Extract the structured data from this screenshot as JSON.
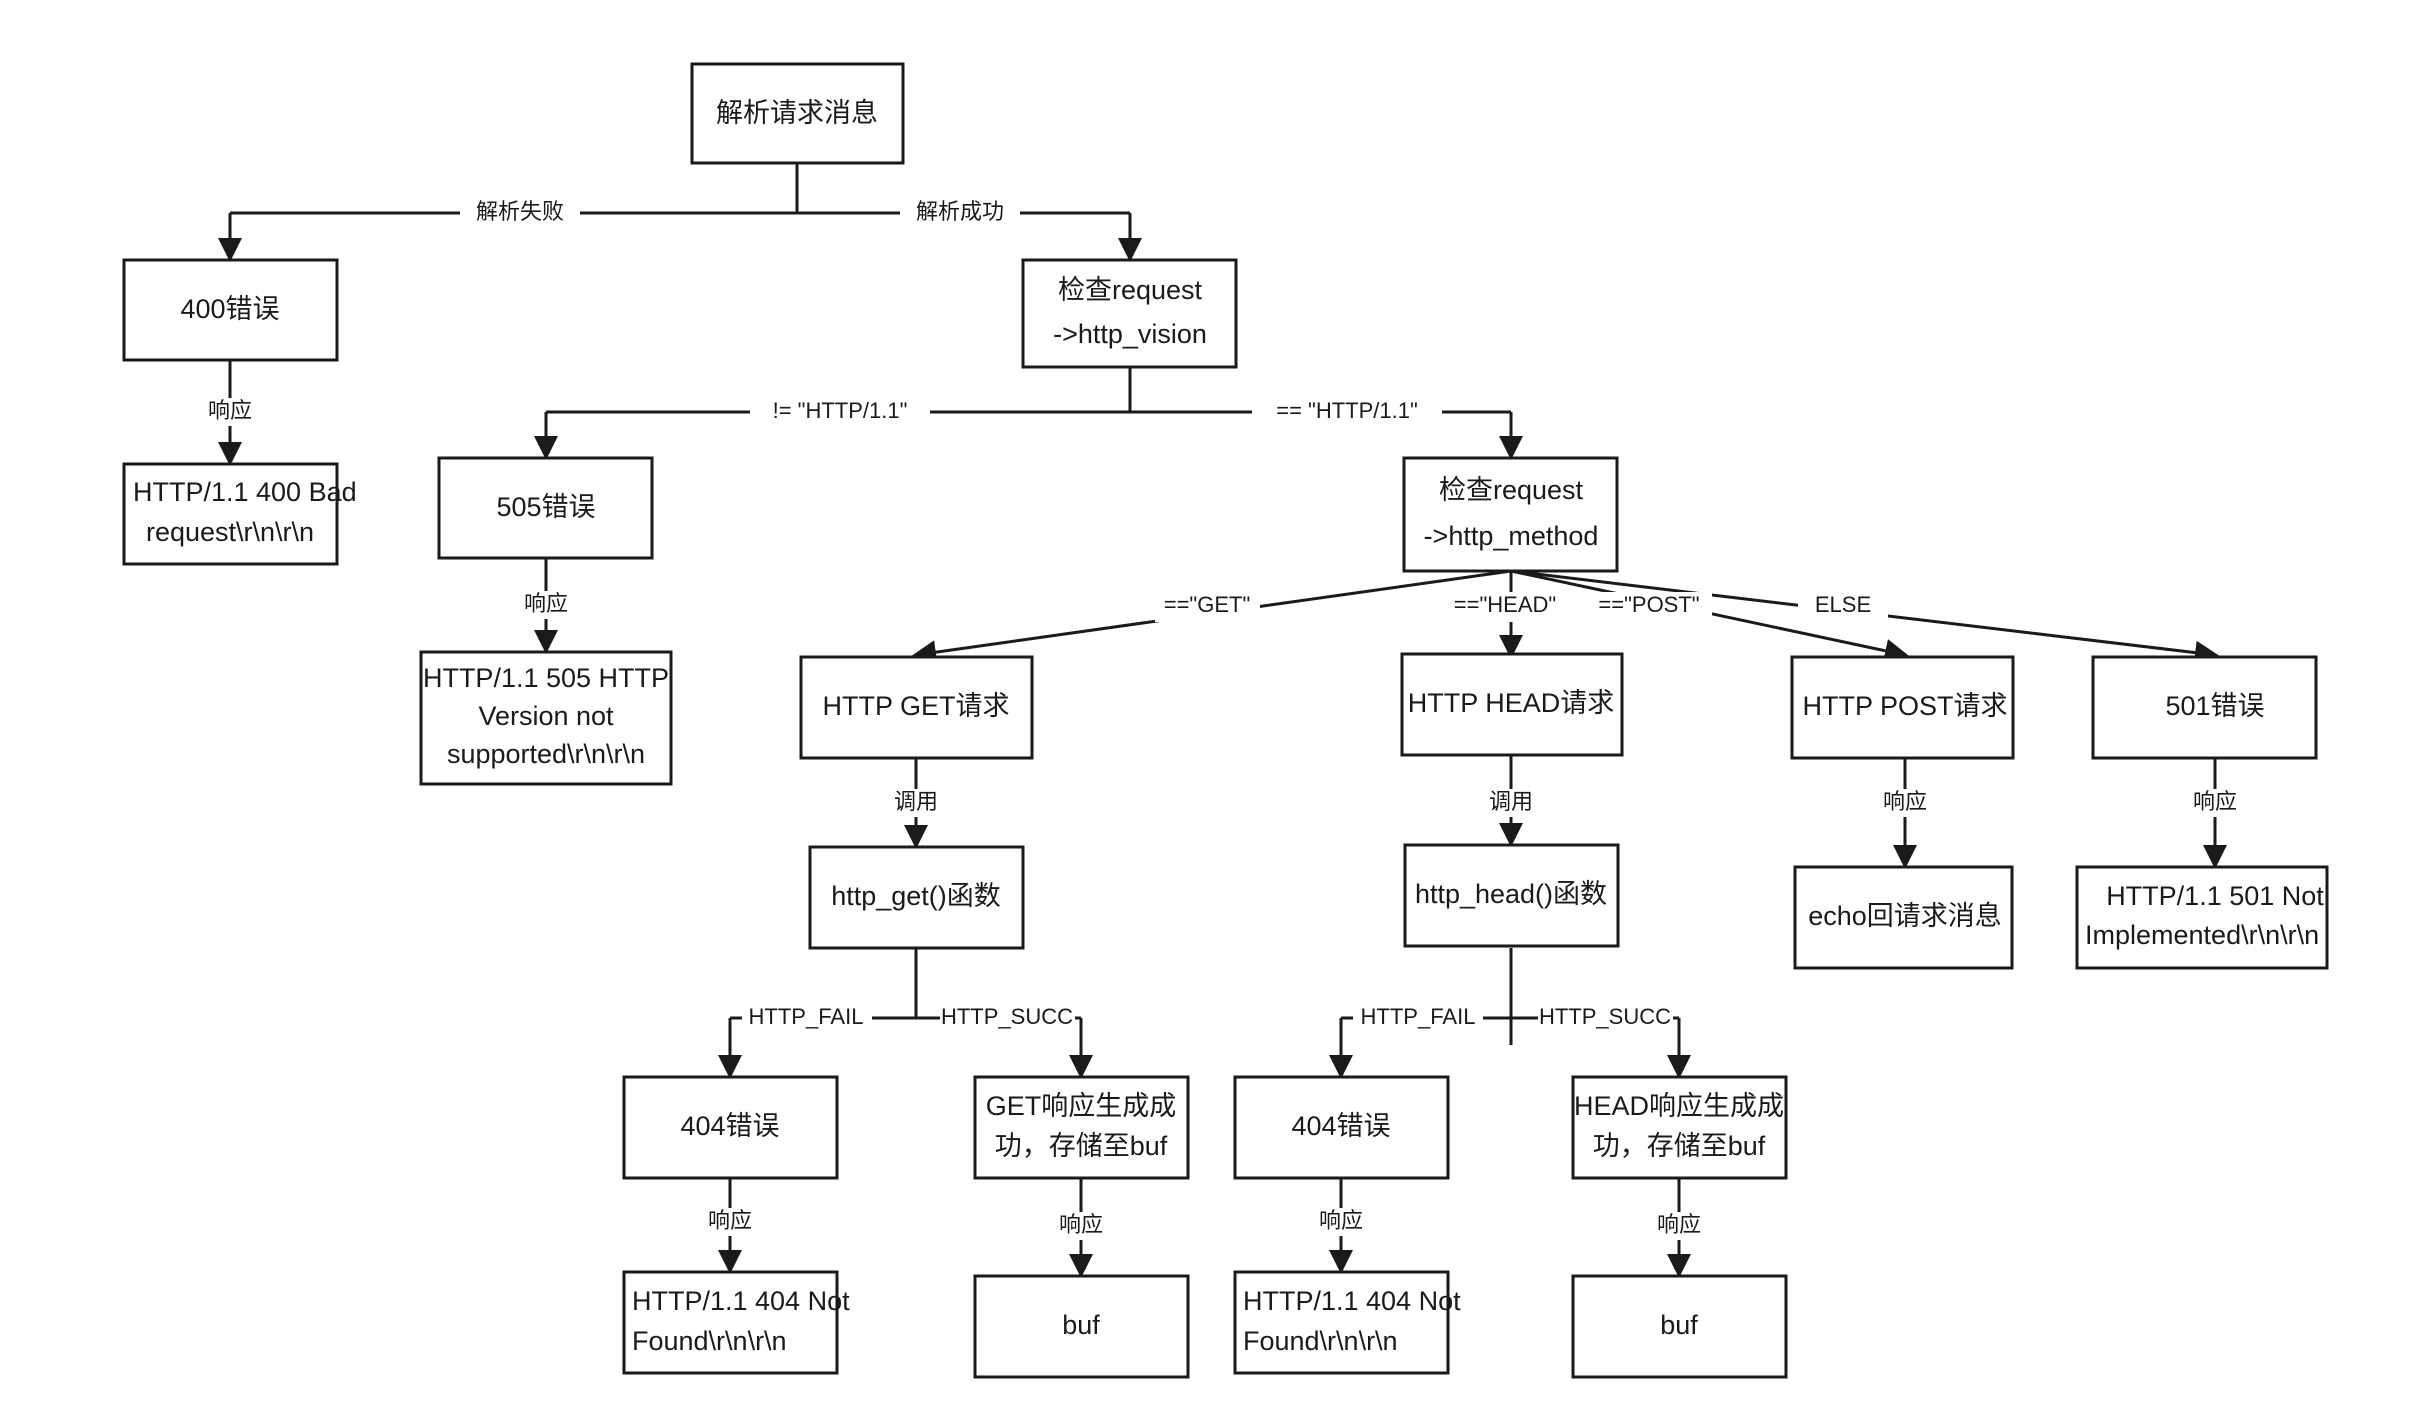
{
  "diagram": {
    "title": "HTTP 请求处理流程图",
    "colors": {
      "stroke": "#1a1a1a",
      "fill": "#ffffff",
      "text": "#1a1a1a"
    },
    "nodes": {
      "parse_request": {
        "line1": "解析请求消息"
      },
      "err400": {
        "line1": "400错误"
      },
      "resp400": {
        "line1": "HTTP/1.1 400 Bad",
        "line2": "request\\r\\n\\r\\n"
      },
      "check_vision": {
        "line1": "检查request",
        "line2": "->http_vision"
      },
      "err505": {
        "line1": "505错误"
      },
      "resp505": {
        "line1": "HTTP/1.1 505 HTTP",
        "line2": "Version not",
        "line3": "supported\\r\\n\\r\\n"
      },
      "check_method": {
        "line1": "检查request",
        "line2": "->http_method"
      },
      "get_req": {
        "line1": "HTTP GET请求"
      },
      "head_req": {
        "line1": "HTTP HEAD请求"
      },
      "post_req": {
        "line1": "HTTP POST请求"
      },
      "err501": {
        "line1": "501错误"
      },
      "http_get_fn": {
        "line1": "http_get()函数"
      },
      "http_head_fn": {
        "line1": "http_head()函数"
      },
      "echo_msg": {
        "line1": "echo回请求消息"
      },
      "resp501": {
        "line1": "HTTP/1.1 501 Not",
        "line2": "Implemented\\r\\n\\r\\n"
      },
      "get_err404": {
        "line1": "404错误"
      },
      "get_succ": {
        "line1": "GET响应生成成",
        "line2": "功，存储至buf"
      },
      "head_err404": {
        "line1": "404错误"
      },
      "head_succ": {
        "line1": "HEAD响应生成成",
        "line2": "功，存储至buf"
      },
      "get_resp404": {
        "line1": "HTTP/1.1 404 Not",
        "line2": "Found\\r\\n\\r\\n"
      },
      "get_buf": {
        "line1": "buf"
      },
      "head_resp404": {
        "line1": "HTTP/1.1 404 Not",
        "line2": "Found\\r\\n\\r\\n"
      },
      "head_buf": {
        "line1": "buf"
      }
    },
    "edge_labels": {
      "parse_fail": "解析失败",
      "parse_succ": "解析成功",
      "resp_400": "响应",
      "version_ne": "!= \"HTTP/1.1\"",
      "version_eq": "== \"HTTP/1.1\"",
      "resp_505": "响应",
      "method_get": "==\"GET\"",
      "method_head": "==\"HEAD\"",
      "method_post": "==\"POST\"",
      "method_else": "ELSE",
      "call_get": "调用",
      "call_head": "调用",
      "resp_post": "响应",
      "resp_501": "响应",
      "get_fail": "HTTP_FAIL",
      "get_succ": "HTTP_SUCC",
      "head_fail": "HTTP_FAIL",
      "head_succ": "HTTP_SUCC",
      "resp_get404": "响应",
      "resp_getbuf": "响应",
      "resp_head404": "响应",
      "resp_headbuf": "响应"
    }
  }
}
